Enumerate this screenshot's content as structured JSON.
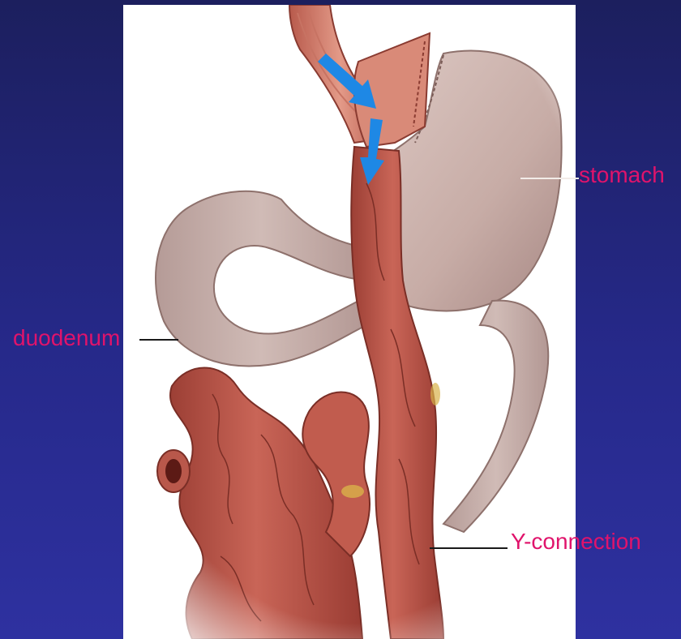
{
  "labels": {
    "stomach": "stomach",
    "duodenum": "duodenum",
    "y_connection": "Y-connection"
  },
  "colors": {
    "background": "#24287f",
    "label_text": "#e0136b",
    "leader_line": "#1a1a1a",
    "stomach": "#c9b1ac",
    "intestine": "#b65549",
    "arrow": "#1e88e5"
  },
  "icons": {
    "flow_arrows": "arrow-down-right-icon"
  }
}
